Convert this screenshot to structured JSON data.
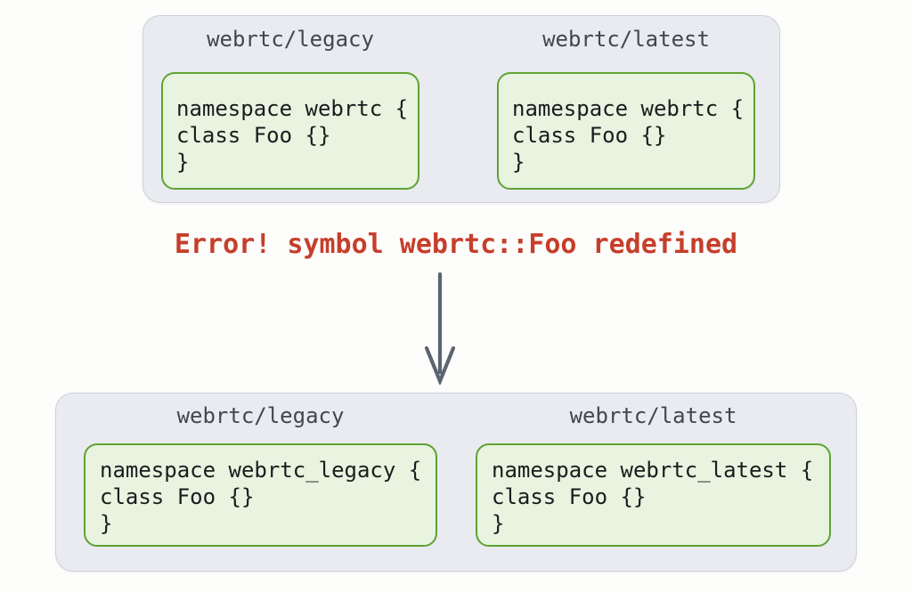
{
  "before": {
    "columns": [
      {
        "label": "webrtc/legacy",
        "code_lines": [
          "namespace webrtc {",
          "class Foo {}",
          "}"
        ]
      },
      {
        "label": "webrtc/latest",
        "code_lines": [
          "namespace webrtc {",
          "class Foo {}",
          "}"
        ]
      }
    ]
  },
  "error": {
    "text": "Error! symbol webrtc::Foo redefined"
  },
  "arrow": {
    "icon": "arrow-down",
    "color": "#5c6470"
  },
  "after": {
    "columns": [
      {
        "label": "webrtc/legacy",
        "code_lines": [
          "namespace webrtc_legacy {",
          "class Foo {}",
          "}"
        ]
      },
      {
        "label": "webrtc/latest",
        "code_lines": [
          "namespace webrtc_latest {",
          "class Foo {}",
          "}"
        ]
      }
    ]
  },
  "colors": {
    "page_background": "#fdfdfc",
    "panel_background": "#e9ebf0",
    "panel_border": "#ccd1d9",
    "code_box_background": "#e8f3e0",
    "code_box_border": "#5ea333",
    "label_text": "#42474d",
    "code_text": "#1b1c1d",
    "error_text": "#c53f2b",
    "arrow": "#5c6470"
  }
}
